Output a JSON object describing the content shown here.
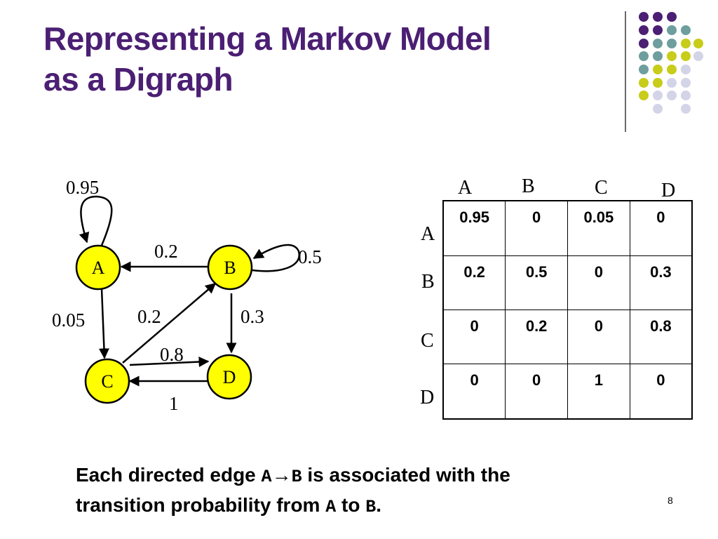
{
  "slide": {
    "title_line1": "Representing a Markov Model",
    "title_line2": "as a Digraph",
    "page_number": "8",
    "colors": {
      "title": "#4b1f73",
      "node_fill": "#ffff00",
      "dot_purple": "#4b1f73",
      "dot_teal": "#6e9e9e",
      "dot_yellow": "#c8cc1a",
      "dot_lavender": "#d4d4e8"
    }
  },
  "digraph": {
    "nodes": {
      "A": "A",
      "B": "B",
      "C": "C",
      "D": "D"
    },
    "edge_labels": {
      "a_to_a": "0.95",
      "b_to_a": "0.2",
      "b_to_b": "0.5",
      "a_to_c": "0.05",
      "c_to_b": "0.2",
      "b_to_d": "0.3",
      "c_to_d": "0.8",
      "d_to_c": "1"
    }
  },
  "matrix": {
    "col_headers": [
      "A",
      "B",
      "C",
      "D"
    ],
    "row_headers": [
      "A",
      "B",
      "C",
      "D"
    ],
    "rows": [
      [
        "0.95",
        "0",
        "0.05",
        "0"
      ],
      [
        "0.2",
        "0.5",
        "0",
        "0.3"
      ],
      [
        "0",
        "0.2",
        "0",
        "0.8"
      ],
      [
        "0",
        "0",
        "1",
        "0"
      ]
    ]
  },
  "caption": {
    "part1": "Each directed edge ",
    "code1": "A",
    "arrow": "→",
    "code2": "B",
    "part2": " is associated with the",
    "part3": "transition probability from ",
    "code3": "A",
    "part4": " to ",
    "code4": "B",
    "part5": "."
  }
}
